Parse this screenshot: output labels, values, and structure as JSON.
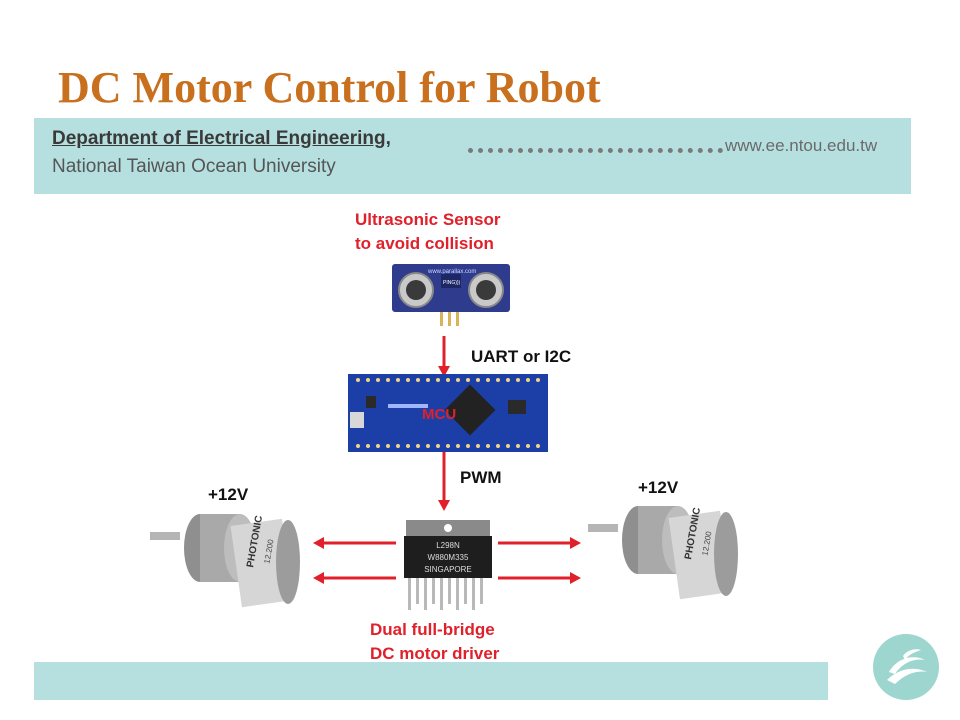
{
  "slide": {
    "title": "DC Motor Control for Robot",
    "department": "Department of Electrical Engineering,",
    "university": "National Taiwan Ocean University",
    "url": "www.ee.ntou.edu.tw"
  },
  "diagram": {
    "sensor_label_line1": "Ultrasonic Sensor",
    "sensor_label_line2": "to avoid collision",
    "bus_label": "UART or I2C",
    "mcu_label": "MCU",
    "pwm_label": "PWM",
    "left_voltage": "+12V",
    "right_voltage": "+12V",
    "driver_label_line1": "Dual full-bridge",
    "driver_label_line2": "DC motor driver",
    "sensor_board_text": "www.parallax.com",
    "sensor_module_text": "PING)))",
    "chip_text_line1": "L298N",
    "chip_text_line2": "W880M335",
    "chip_text_line3": "SINGAPORE",
    "motor_brand": "PHOTONIC",
    "motor_code": "12.200",
    "colors": {
      "arrow": "#e0202a",
      "accent_label": "#e0202a",
      "title": "#c8701e",
      "band": "#b6e0e0"
    }
  }
}
